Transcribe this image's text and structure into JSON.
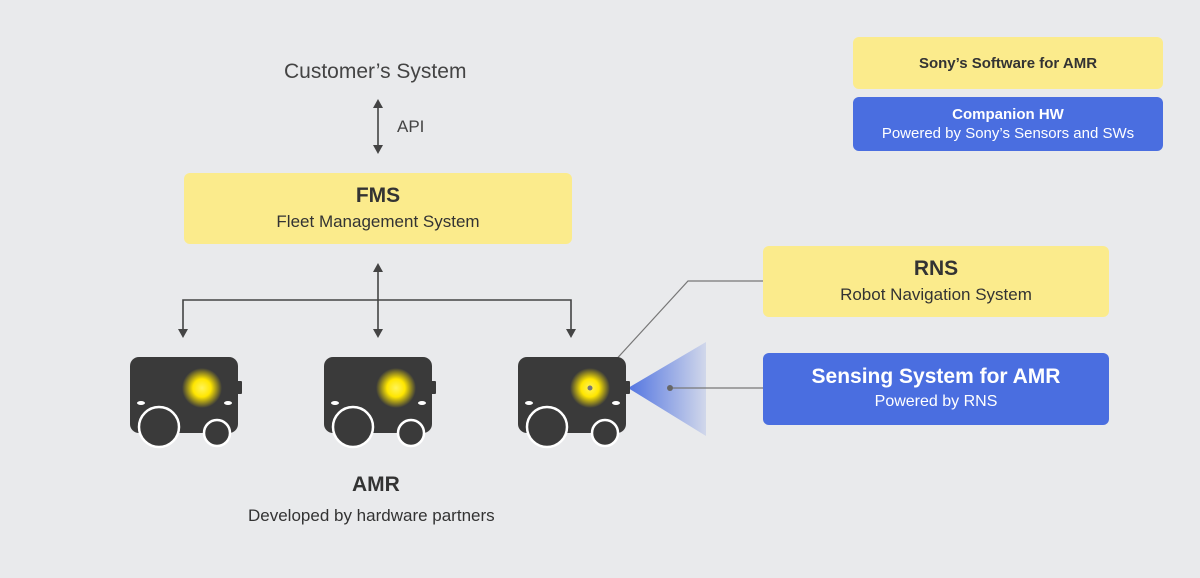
{
  "customer_system": {
    "label": "Customer’s System"
  },
  "api": {
    "label": "API"
  },
  "fms": {
    "title": "FMS",
    "subtitle": "Fleet Management System"
  },
  "rns": {
    "title": "RNS",
    "subtitle": "Robot Navigation System"
  },
  "sensing": {
    "title": "Sensing System for AMR",
    "subtitle": "Powered by RNS"
  },
  "amr": {
    "title": "AMR",
    "subtitle": "Developed by hardware partners"
  },
  "legend": {
    "software": "Sony’s Software for AMR",
    "companion_title": "Companion HW",
    "companion_subtitle": "Powered by Sony’s Sensors and SWs"
  },
  "colors": {
    "background": "#e9eaec",
    "software_yellow": "#fbeb8c",
    "hardware_blue": "#4a6ee0",
    "robot_body": "#3a3a3a",
    "sensor_light": "#ffe600"
  },
  "robots": [
    {
      "name": "amr-robot-1",
      "has_sensor_beam": false
    },
    {
      "name": "amr-robot-2",
      "has_sensor_beam": false
    },
    {
      "name": "amr-robot-3",
      "has_sensor_beam": true
    }
  ]
}
